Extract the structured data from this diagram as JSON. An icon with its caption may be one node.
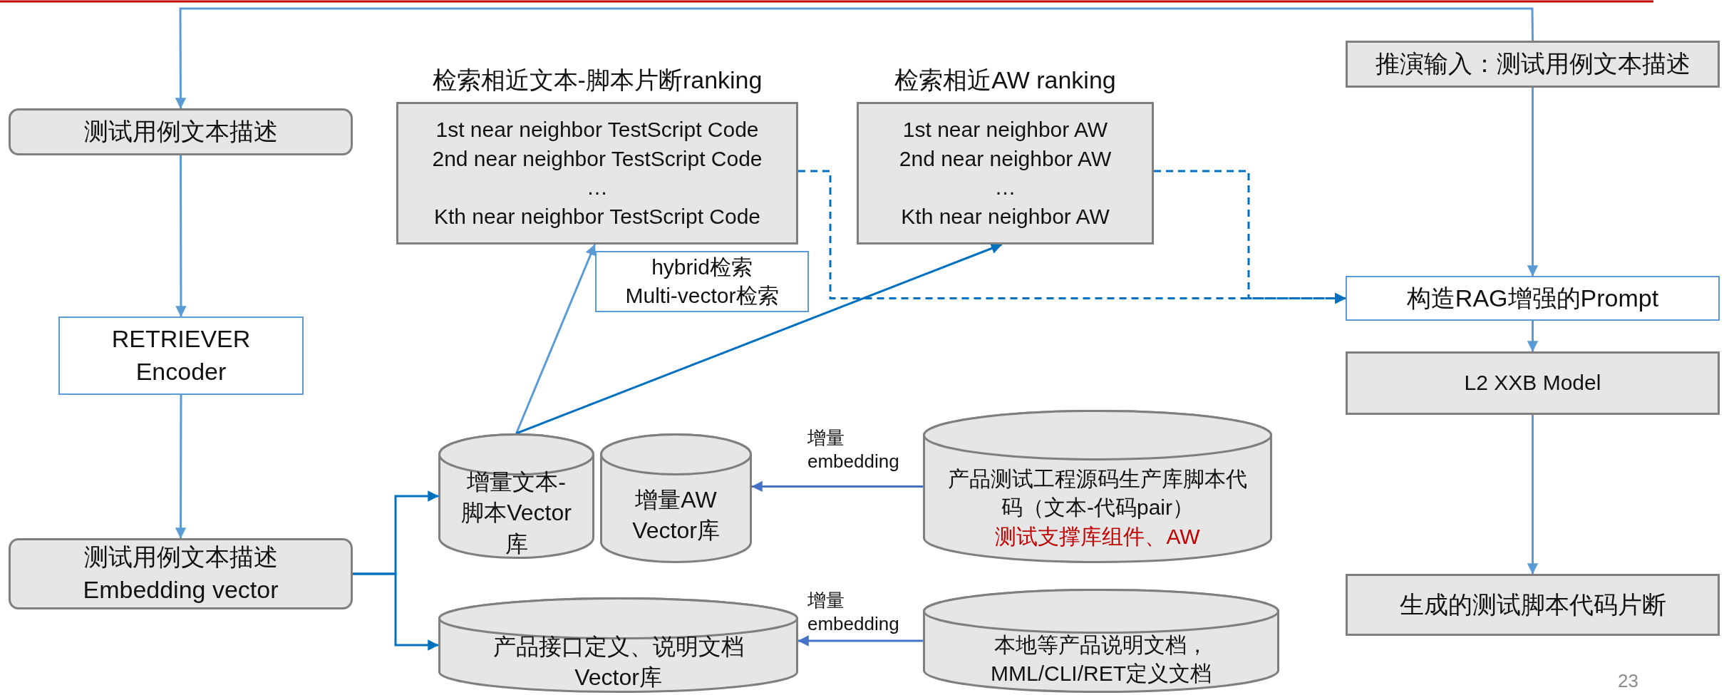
{
  "diagram": {
    "nodes": [
      {
        "text": [
          "测试用例文本描述"
        ]
      },
      {
        "text": [
          "RETRIEVER Encoder"
        ]
      },
      {
        "text": [
          "测试用例文本描述",
          "Embedding vector"
        ]
      },
      {
        "text": [
          "检索相近文本-脚本片断ranking",
          "1st near neighbor TestScript Code",
          "2nd near neighbor TestScript Code",
          "…",
          "Kth near neighbor TestScript Code"
        ]
      },
      {
        "text": [
          "hybrid检索",
          "Multi-vector检索"
        ]
      },
      {
        "text": [
          "检索相近AW ranking",
          "1st near neighbor AW",
          "2nd near neighbor AW",
          "…",
          "Kth near neighbor AW"
        ]
      },
      {
        "text": [
          "推演输入：测试用例文本描述"
        ]
      },
      {
        "text": [
          "构造RAG增强的Prompt"
        ]
      },
      {
        "text": [
          "L2 XXB Model"
        ]
      },
      {
        "text": [
          "生成的测试脚本代码片断"
        ]
      },
      {
        "text": [
          "增量文本-脚本Vector库"
        ]
      },
      {
        "text": [
          "增量AW Vector库"
        ]
      },
      {
        "text": [
          "产品接口定义、说明文档 Vector库"
        ]
      },
      {
        "text": [
          "产品测试工程源码生产库脚本代码（文本-代码pair）",
          "测试支撑库组件、AW"
        ]
      },
      {
        "text": [
          "本地等产品说明文档，MML/CLI/RET定义文档"
        ]
      }
    ],
    "edges": [
      {
        "from": 6,
        "to": 0,
        "arrow": "to"
      },
      {
        "from": 6,
        "to": 7,
        "arrow": "to"
      },
      {
        "from": 0,
        "to": 1,
        "arrow": "to"
      },
      {
        "from": 1,
        "to": 2,
        "arrow": "to"
      },
      {
        "from": 2,
        "to": 10,
        "arrow": "to",
        "color": "#0070c0"
      },
      {
        "from": 2,
        "to": 12,
        "arrow": "to",
        "color": "#0070c0"
      },
      {
        "from": 10,
        "to": 3,
        "arrow": "to"
      },
      {
        "from": 10,
        "to": 5,
        "arrow": "to",
        "color": "#0070c0"
      },
      {
        "from": 13,
        "to": 11,
        "arrow": "to",
        "label": "增量 embedding",
        "color": "#4472c4"
      },
      {
        "from": 14,
        "to": 12,
        "arrow": "to",
        "label": "增量 embedding",
        "color": "#4472c4"
      },
      {
        "from": 3,
        "to": 7,
        "arrow": "to",
        "style": "dashed",
        "color": "#0070c0"
      },
      {
        "from": 5,
        "to": 7,
        "arrow": "to",
        "style": "dashed",
        "color": "#0070c0"
      },
      {
        "from": 7,
        "to": 8,
        "arrow": "to"
      },
      {
        "from": 8,
        "to": 9,
        "arrow": "to"
      }
    ],
    "labels": [
      "23"
    ]
  }
}
